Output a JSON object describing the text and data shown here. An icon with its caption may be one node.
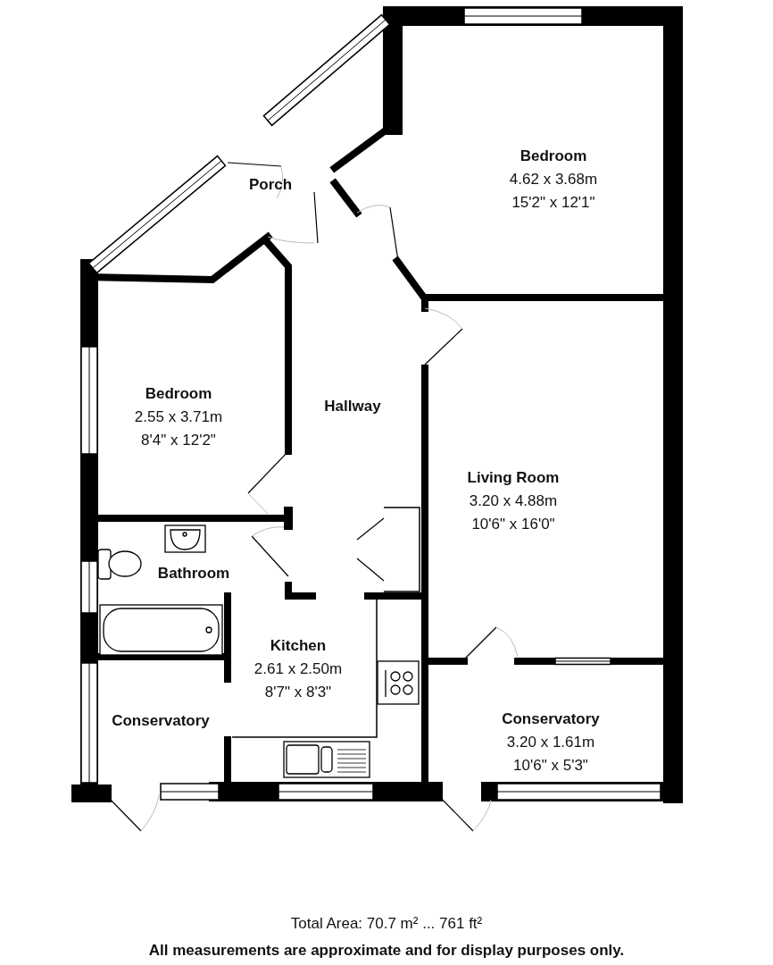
{
  "diagram": {
    "nodes": [
      {
        "text": [
          "Porch"
        ]
      },
      {
        "text": [
          "Bedroom",
          "4.62 x 3.68m",
          "15'2\" x 12'1\""
        ]
      },
      {
        "text": [
          "Bedroom",
          "2.55 x 3.71m",
          "8'4\" x 12'2\""
        ]
      },
      {
        "text": [
          "Hallway"
        ]
      },
      {
        "text": [
          "Living Room",
          "3.20 x 4.88m",
          "10'6\" x 16'0\""
        ]
      },
      {
        "text": [
          "Bathroom"
        ]
      },
      {
        "text": [
          "Kitchen",
          "2.61 x 2.50m",
          "8'7\" x 8'3\""
        ]
      },
      {
        "text": [
          "Conservatory"
        ]
      },
      {
        "text": [
          "Conservatory",
          "3.20 x 1.61m",
          "10'6\" x 5'3\""
        ]
      }
    ],
    "labels": [
      "Total Area: 70.7 m² ... 761 ft²",
      "All measurements are approximate and for display purposes only."
    ]
  }
}
